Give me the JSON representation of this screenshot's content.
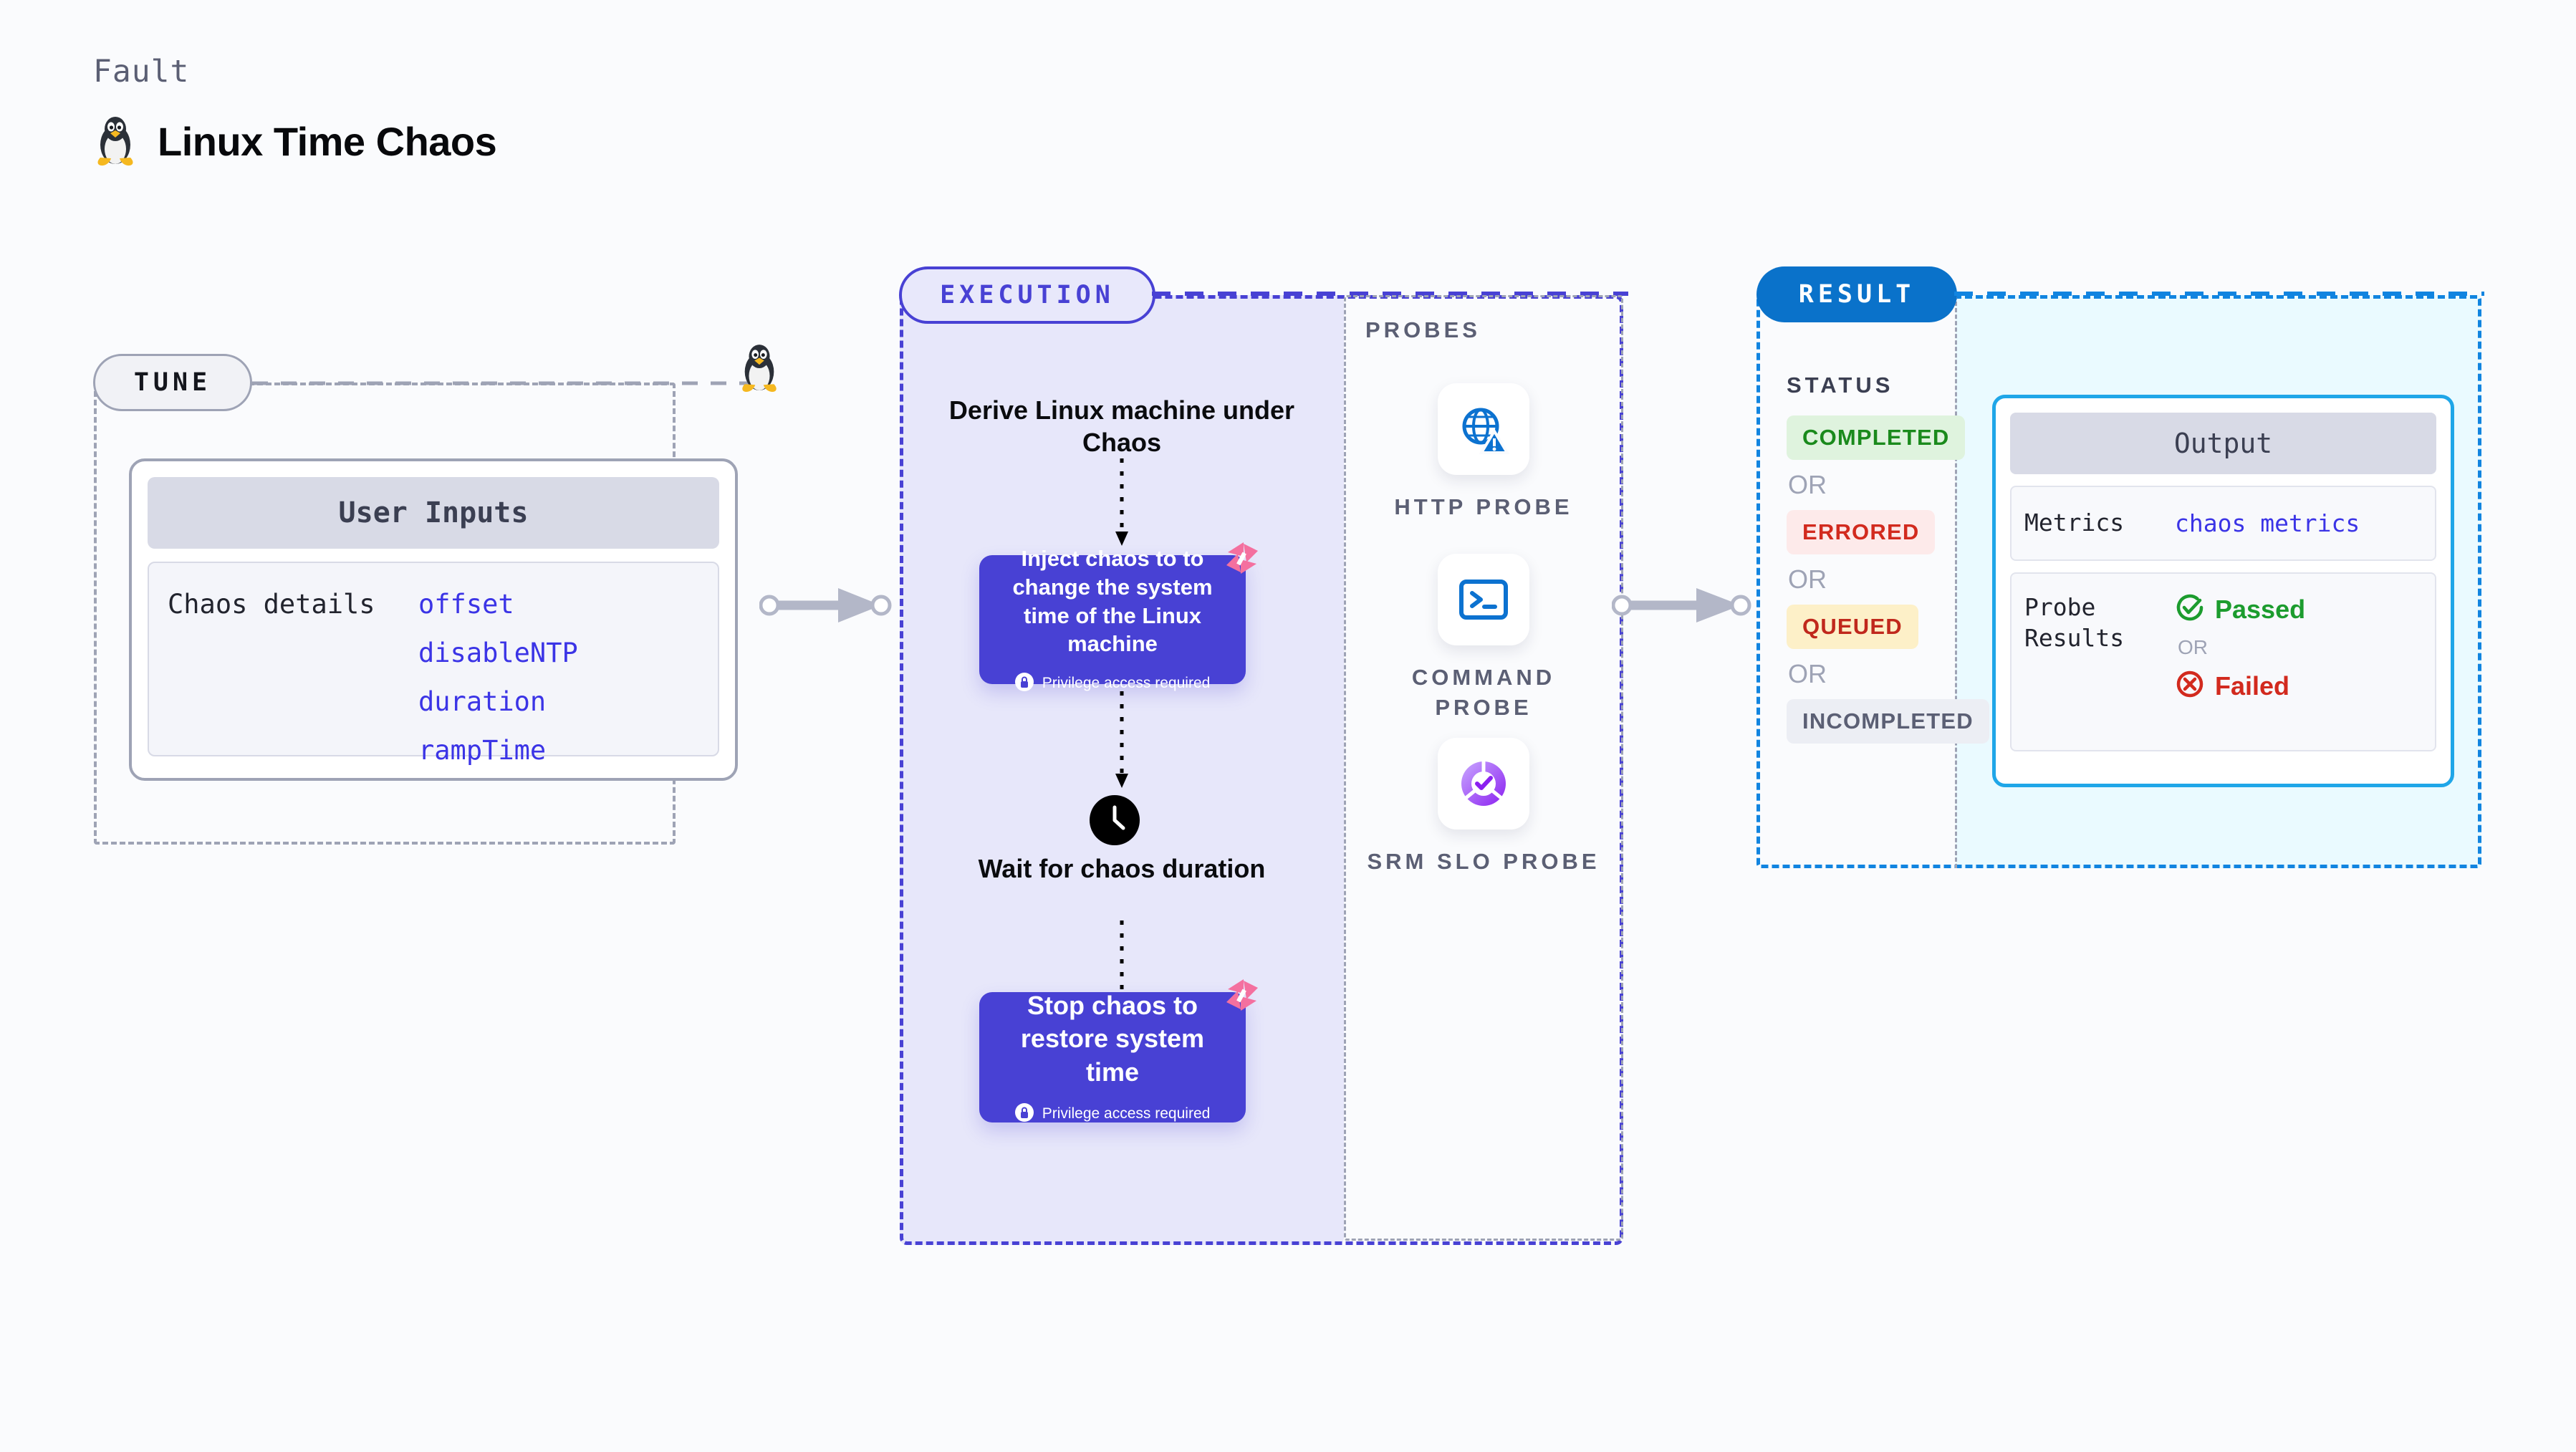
{
  "header": {
    "kicker": "Fault",
    "title": "Linux Time Chaos",
    "icon": "linux-tux-icon"
  },
  "tune": {
    "badge": "TUNE",
    "card_title": "User Inputs",
    "details_label": "Chaos details",
    "parameters": [
      "offset",
      "disableNTP",
      "duration",
      "rampTime"
    ],
    "corner_icon": "linux-tux-icon"
  },
  "execution": {
    "badge": "EXECUTION",
    "steps": [
      {
        "type": "text",
        "label": "Derive Linux machine under Chaos"
      },
      {
        "type": "card",
        "label": "Inject chaos to to change the system time of the Linux machine",
        "note": "Privilege access required",
        "note_icon": "lock-icon",
        "corner_icon": "harness-logo-icon"
      },
      {
        "type": "wait",
        "icon": "clock-icon",
        "label": "Wait for chaos duration"
      },
      {
        "type": "card",
        "label": "Stop chaos to restore system time",
        "note": "Privilege access required",
        "note_icon": "lock-icon",
        "corner_icon": "harness-logo-icon"
      }
    ]
  },
  "probes": {
    "title": "PROBES",
    "items": [
      {
        "label": "HTTP PROBE",
        "icon": "globe-warning-icon"
      },
      {
        "label": "COMMAND PROBE",
        "icon": "terminal-icon"
      },
      {
        "label": "SRM SLO PROBE",
        "icon": "slo-donut-check-icon"
      }
    ]
  },
  "result": {
    "badge": "RESULT",
    "status_title": "STATUS",
    "or_label": "OR",
    "statuses": [
      {
        "label": "COMPLETED",
        "bg": "#dff3de",
        "fg": "#1a8a1c"
      },
      {
        "label": "ERRORED",
        "bg": "#fdeaea",
        "fg": "#d22a1e"
      },
      {
        "label": "QUEUED",
        "bg": "#fdf0c8",
        "fg": "#c0281c"
      },
      {
        "label": "INCOMPLETED",
        "bg": "#eceef4",
        "fg": "#5b5f74"
      }
    ],
    "output": {
      "title": "Output",
      "metrics_key": "Metrics",
      "metrics_value": "chaos metrics",
      "probe_results_key": "Probe Results",
      "passed_label": "Passed",
      "passed_icon": "check-circle-icon",
      "failed_label": "Failed",
      "failed_icon": "x-circle-icon",
      "or_label": "OR"
    }
  },
  "colors": {
    "background": "#fafbfd",
    "execution_accent": "#4841d4",
    "execution_fill": "#e7e7fa",
    "result_accent": "#1184e0",
    "result_fill": "#eafaff",
    "tune_accent": "#9ea3b5",
    "code_text": "#3b34e6",
    "harness_pink": "#f472a0",
    "probe_blue": "#0c72d0"
  }
}
